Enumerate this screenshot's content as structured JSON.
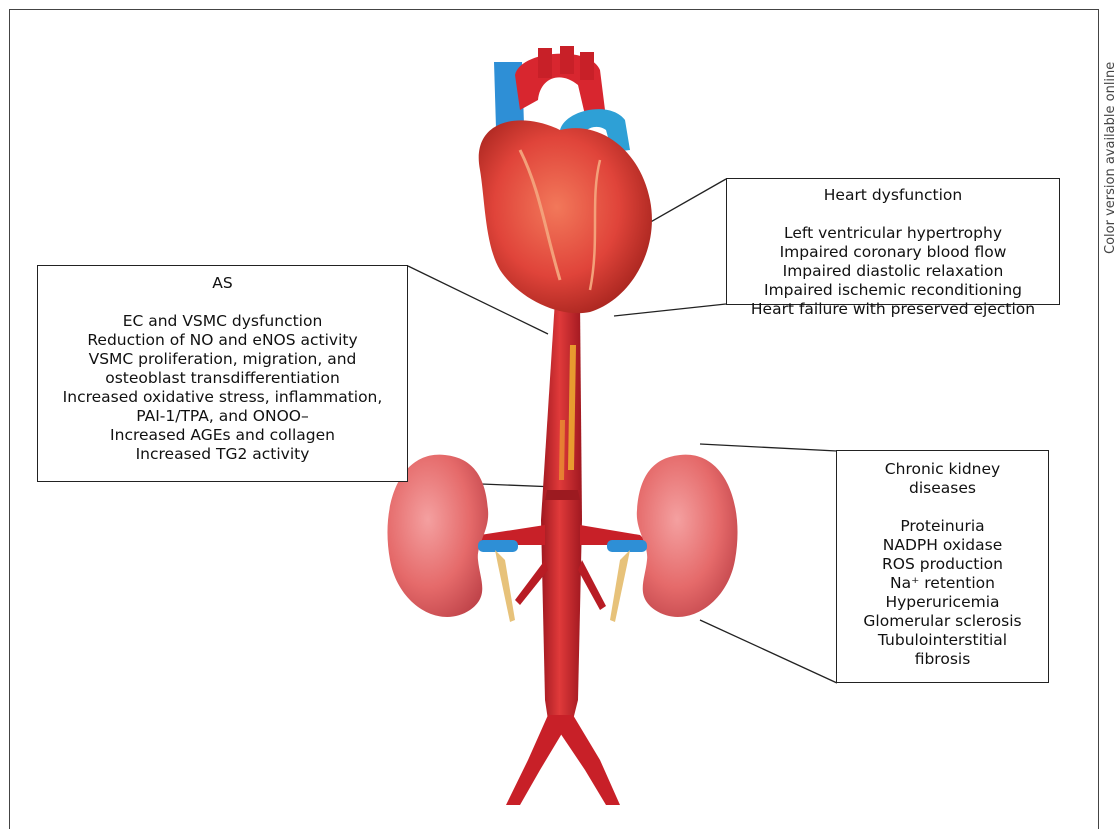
{
  "figure": {
    "side_note": "Color version available online"
  },
  "panels": {
    "as": {
      "title": "AS",
      "lines": [
        "EC and VSMC dysfunction",
        "Reduction of NO and eNOS activity",
        "VSMC proliferation, migration, and",
        "osteoblast transdifferentiation",
        "Increased oxidative stress, inflammation,",
        "PAI-1/TPA, and ONOO–",
        "Increased AGEs and collagen",
        "Increased TG2 activity"
      ]
    },
    "heart": {
      "title": "Heart dysfunction",
      "lines": [
        "Left ventricular hypertrophy",
        "Impaired coronary blood flow",
        "Impaired diastolic relaxation",
        "Impaired ischemic reconditioning",
        "Heart failure with preserved ejection"
      ]
    },
    "kidney": {
      "title_lines": [
        "Chronic kidney",
        "diseases"
      ],
      "lines": [
        "Proteinuria",
        "NADPH oxidase",
        "ROS production",
        "Na⁺ retention",
        "Hyperuricemia",
        "Glomerular sclerosis",
        "Tubulointerstitial",
        "fibrosis"
      ]
    }
  },
  "colors": {
    "artery_red": "#d8262f",
    "artery_dark": "#a01820",
    "heart_red": "#e0443a",
    "vein_blue": "#2e8fd6",
    "kidney_pink": "#e56a6a",
    "ureter_tan": "#e7c27a",
    "plaque_yellow": "#f0b030"
  }
}
